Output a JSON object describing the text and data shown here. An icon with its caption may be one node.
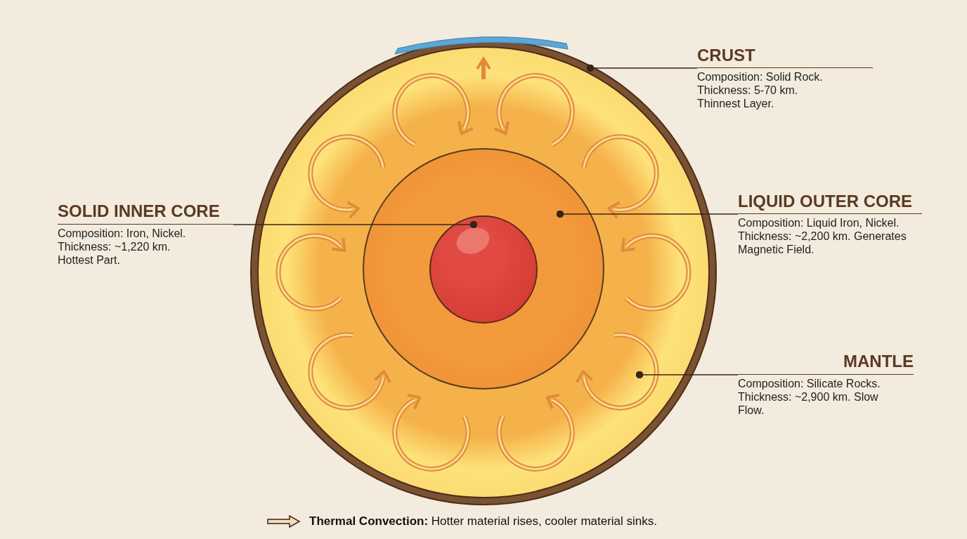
{
  "diagram": {
    "nodes": [
      {
        "text": [
          "CRUST",
          "Composition: Solid Rock. Thickness: 5-70 km. Thinnest Layer."
        ]
      },
      {
        "text": [
          "SOLID INNER CORE",
          "Composition: Iron, Nickel. Thickness: ~1,220 km. Hottest Part."
        ]
      },
      {
        "text": [
          "LIQUID OUTER CORE",
          "Composition: Liquid Iron, Nickel. Thickness: ~2,200 km. Generates Magnetic Field."
        ]
      },
      {
        "text": [
          "MANTLE",
          "Composition: Silicate Rocks. Thickness: ~2,900 km. Slow Flow."
        ]
      },
      {
        "text": [],
        "shape": "circle"
      },
      {
        "text": [],
        "shape": "circle",
        "in": 4
      },
      {
        "text": [],
        "shape": "circle",
        "in": 5
      },
      {
        "text": [],
        "shape": "circle",
        "in": 6
      },
      {
        "text": [],
        "shape": "band"
      }
    ],
    "edges": [
      {
        "from": 0,
        "to": 4,
        "arrow": "other"
      },
      {
        "from": 1,
        "to": 7,
        "arrow": "other"
      },
      {
        "from": 2,
        "to": 6,
        "arrow": "other"
      },
      {
        "from": 3,
        "to": 5,
        "arrow": "other"
      }
    ],
    "legend": [
      {
        "text": "**Thermal Convection:** Hotter material rises, cooler material sinks."
      }
    ]
  }
}
